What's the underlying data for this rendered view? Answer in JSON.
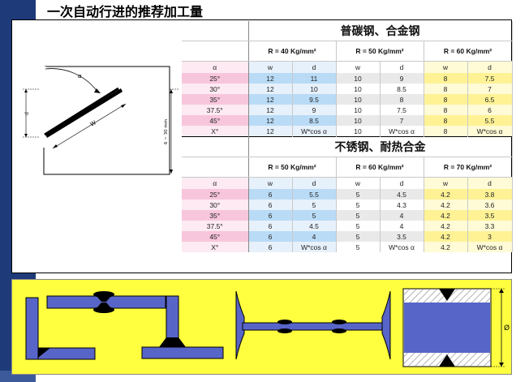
{
  "page": {
    "title": "一次自动行进的推荐加工量"
  },
  "sketch": {
    "alpha": "α",
    "d": "d",
    "w": "W",
    "thickness": "6 ~ 30 mm"
  },
  "tables": [
    {
      "material": "普碳钢、合金钢",
      "strengths": [
        "R = 40 Kg/mm²",
        "R = 50 Kg/mm²",
        "R = 60 Kg/mm²"
      ],
      "headers": [
        "α",
        "w",
        "d",
        "w",
        "d",
        "w",
        "d"
      ],
      "rows": [
        [
          "25°",
          "12",
          "11",
          "10",
          "9",
          "8",
          "7.5"
        ],
        [
          "30°",
          "12",
          "10",
          "10",
          "8.5",
          "8",
          "7"
        ],
        [
          "35°",
          "12",
          "9.5",
          "10",
          "8",
          "8",
          "6.5"
        ],
        [
          "37.5°",
          "12",
          "9",
          "10",
          "7.5",
          "8",
          "6"
        ],
        [
          "45°",
          "12",
          "8.5",
          "10",
          "7",
          "8",
          "5.5"
        ],
        [
          "X°",
          "12",
          "W*cos α",
          "10",
          "W*cos α",
          "8",
          "W*cos α"
        ]
      ]
    },
    {
      "material": "不锈钢、耐热合金",
      "strengths": [
        "R = 50 Kg/mm²",
        "R = 60 Kg/mm²",
        "R = 70 Kg/mm²"
      ],
      "headers": [
        "α",
        "w",
        "d",
        "w",
        "d",
        "w",
        "d"
      ],
      "rows": [
        [
          "25°",
          "6",
          "5.5",
          "5",
          "4.5",
          "4.2",
          "3.8"
        ],
        [
          "30°",
          "6",
          "5",
          "5",
          "4.3",
          "4.2",
          "3.6"
        ],
        [
          "35°",
          "6",
          "5",
          "5",
          "4",
          "4.2",
          "3.5"
        ],
        [
          "37.5°",
          "6",
          "4.5",
          "5",
          "4",
          "4.2",
          "3.3"
        ],
        [
          "45°",
          "6",
          "4",
          "5",
          "3.5",
          "4.2",
          "3"
        ],
        [
          "X°",
          "6",
          "W*cos α",
          "5",
          "W*cos α",
          "4.2",
          "W*cos α"
        ]
      ]
    }
  ],
  "bottom": {
    "diameter": "Ø"
  },
  "colors": {
    "accent_bar": "#1e3a78",
    "profile_fill": "#5865c8",
    "panel_yellow": "#ffff3f",
    "label_pink": "#f8c6dc",
    "col_blue": "#b9dbf6",
    "col_yellow": "#fff295"
  }
}
